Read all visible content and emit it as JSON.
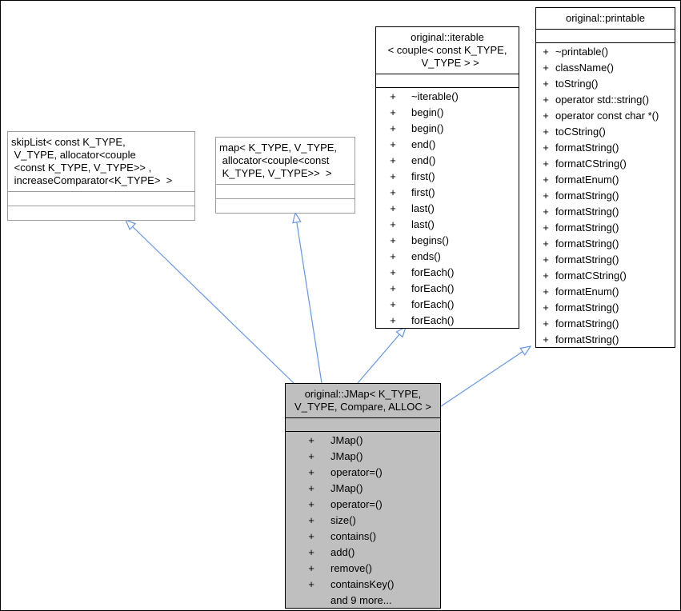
{
  "visibility": "+",
  "colors": {
    "edge": "#6495ed",
    "current_fill": "#bfbfbf",
    "external_border": "#9c9c9c",
    "box_border": "#000000"
  },
  "classes": {
    "skiplist": {
      "title_lines": [
        "skipList< const K_TYPE,",
        " V_TYPE, allocator<couple",
        " <const K_TYPE, V_TYPE>> ,",
        " increaseComparator<K_TYPE>  >"
      ],
      "methods": []
    },
    "map": {
      "title_lines": [
        "map< K_TYPE, V_TYPE,",
        " allocator<couple<const",
        " K_TYPE, V_TYPE>>  >"
      ],
      "methods": []
    },
    "iterable": {
      "title_lines": [
        "original::iterable",
        "< couple< const K_TYPE,",
        "  V_TYPE > >"
      ],
      "methods": [
        "~iterable()",
        "begin()",
        "begin()",
        "end()",
        "end()",
        "first()",
        "first()",
        "last()",
        "last()",
        "begins()",
        "ends()",
        "forEach()",
        "forEach()",
        "forEach()",
        "forEach()"
      ]
    },
    "printable": {
      "title_lines": [
        "original::printable"
      ],
      "methods": [
        "~printable()",
        "className()",
        "toString()",
        "operator std::string()",
        "operator const char *()",
        "toCString()",
        "formatString()",
        "formatCString()",
        "formatEnum()",
        "formatString()",
        "formatString()",
        "formatString()",
        "formatString()",
        "formatString()",
        "formatCString()",
        "formatEnum()",
        "formatString()",
        "formatString()",
        "formatString()"
      ]
    },
    "jmap": {
      "title_lines": [
        "original::JMap< K_TYPE,",
        "V_TYPE, Compare, ALLOC >"
      ],
      "methods": [
        "JMap()",
        "JMap()",
        "operator=()",
        "JMap()",
        "operator=()",
        "size()",
        "contains()",
        "add()",
        "remove()",
        "containsKey()"
      ],
      "more": "and 9 more..."
    }
  }
}
